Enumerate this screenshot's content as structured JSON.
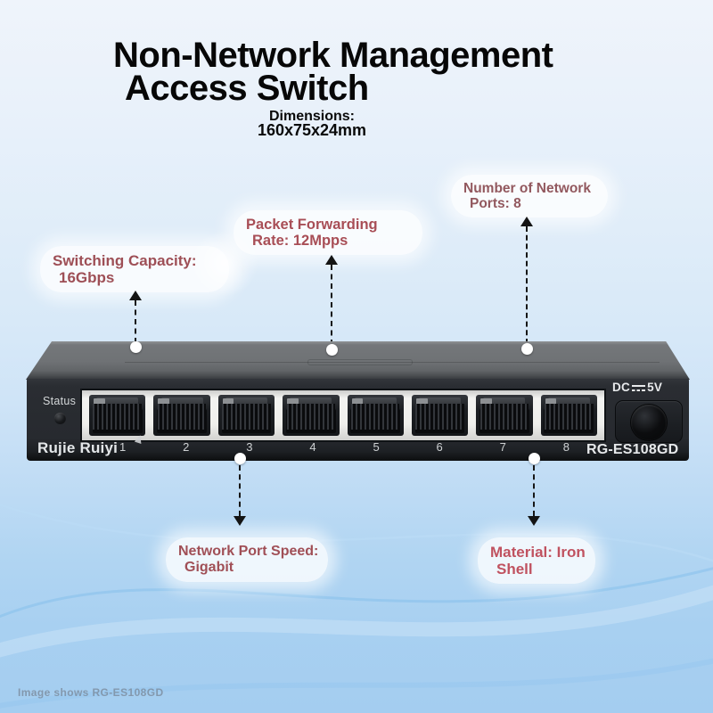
{
  "title": {
    "line1": "Non-Network Management",
    "line2": "Access Switch"
  },
  "dimensions": {
    "line1": "Dimensions:",
    "line2": "160x75x24mm"
  },
  "callouts": [
    {
      "id": "switching-capacity",
      "line1": "Switching Capacity:",
      "line2": "16Gbps",
      "color": "#9e4f56"
    },
    {
      "id": "packet-forwarding",
      "line1": "Packet Forwarding",
      "line2": "Rate: 12Mpps",
      "color": "#a84e56"
    },
    {
      "id": "network-ports",
      "line1": "Number of Network",
      "line2": "Ports: 8",
      "color": "#92585e"
    },
    {
      "id": "port-speed",
      "line1": "Network Port Speed:",
      "line2": "Gigabit",
      "color": "#a04f56"
    },
    {
      "id": "material",
      "line1": "Material: Iron",
      "line2": "Shell",
      "color": "#c05260"
    }
  ],
  "device": {
    "status_label": "Status",
    "brand": "Rujie Ruiyi",
    "model": "RG-ES108GD",
    "power_label_prefix": "DC",
    "power_label_suffix": "5V",
    "power_icon": "dc-current-icon",
    "ports": [
      "1",
      "2",
      "3",
      "4",
      "5",
      "6",
      "7",
      "8"
    ]
  },
  "footer": {
    "note": "Image shows RG-ES108GD"
  },
  "colors": {
    "background_top": "#eff4fb",
    "background_bottom": "#a4cdf0",
    "title_text": "#070707",
    "device_lid": "#6f7275",
    "device_front": "#272a2f",
    "port_bezel": "#efefec",
    "panel_text": "#e4e7e9"
  }
}
